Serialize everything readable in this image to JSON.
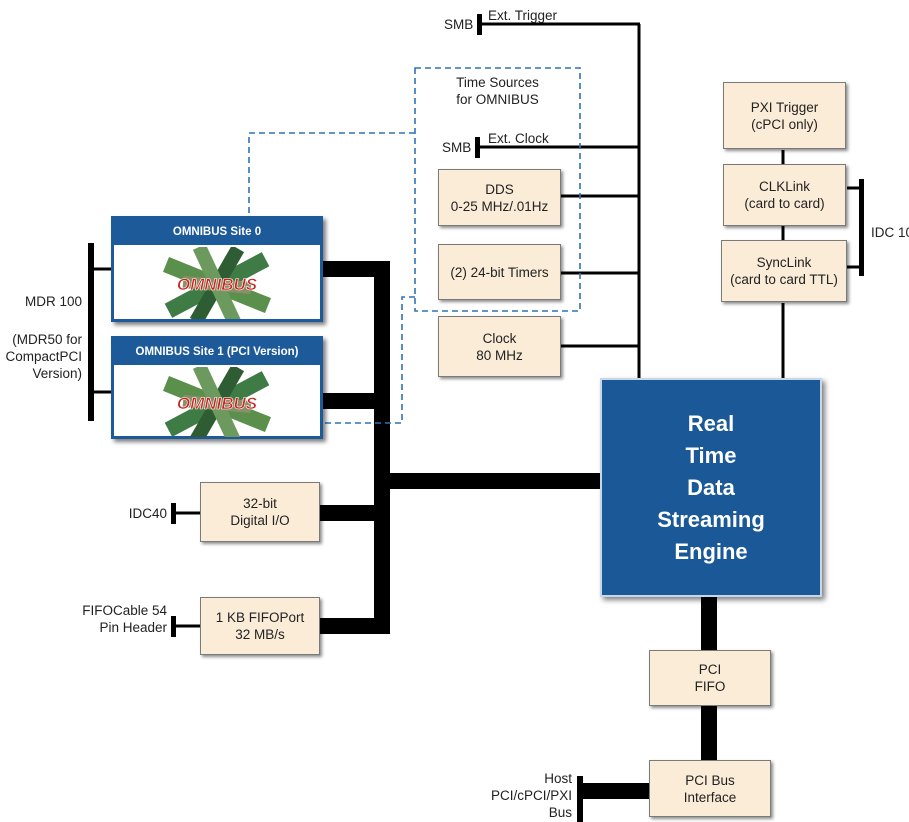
{
  "colors": {
    "box_fill": "#fbecd8",
    "engine_fill": "#1a5897",
    "site_header": "#1d5a9a",
    "dashed_line": "#2f73b5",
    "bus": "#000000"
  },
  "engine": {
    "lines": [
      "Real",
      "Time",
      "Data",
      "Streaming",
      "Engine"
    ]
  },
  "time_sources": {
    "title_lines": [
      "Time Sources",
      "for OMNIBUS"
    ]
  },
  "connectors": {
    "smb_trigger": "SMB",
    "ext_trigger": "Ext. Trigger",
    "smb_clock": "SMB",
    "ext_clock": "Ext. Clock",
    "mdr": "MDR 100",
    "mdr50": [
      "(MDR50 for",
      "CompactPCI",
      "Version)"
    ],
    "idc40": "IDC40",
    "fifo_cable": [
      "FIFOCable 54",
      "Pin Header"
    ],
    "idc10": "IDC 10",
    "host": [
      "Host",
      "PCI/cPCI/PXI",
      "Bus"
    ]
  },
  "boxes": {
    "dds": [
      "DDS",
      "0-25 MHz/.01Hz"
    ],
    "timers": [
      "(2) 24-bit Timers"
    ],
    "clock": [
      "Clock",
      "80 MHz"
    ],
    "pxi_trigger": [
      "PXI Trigger",
      "(cPCI only)"
    ],
    "clklink": [
      "CLKLink",
      "(card to card)"
    ],
    "synclink": [
      "SyncLink",
      "(card to card TTL)"
    ],
    "digital_io": [
      "32-bit",
      "Digital I/O"
    ],
    "fifoport": [
      "1 KB FIFOPort",
      "32 MB/s"
    ],
    "pci_fifo": [
      "PCI",
      "FIFO"
    ],
    "pci_bus": [
      "PCI Bus",
      "Interface"
    ]
  },
  "omnibus": {
    "site0_title": "OMNIBUS Site 0",
    "site1_title": "OMNIBUS Site 1 (PCI Version)",
    "logo_text": "OMNIBUS"
  }
}
